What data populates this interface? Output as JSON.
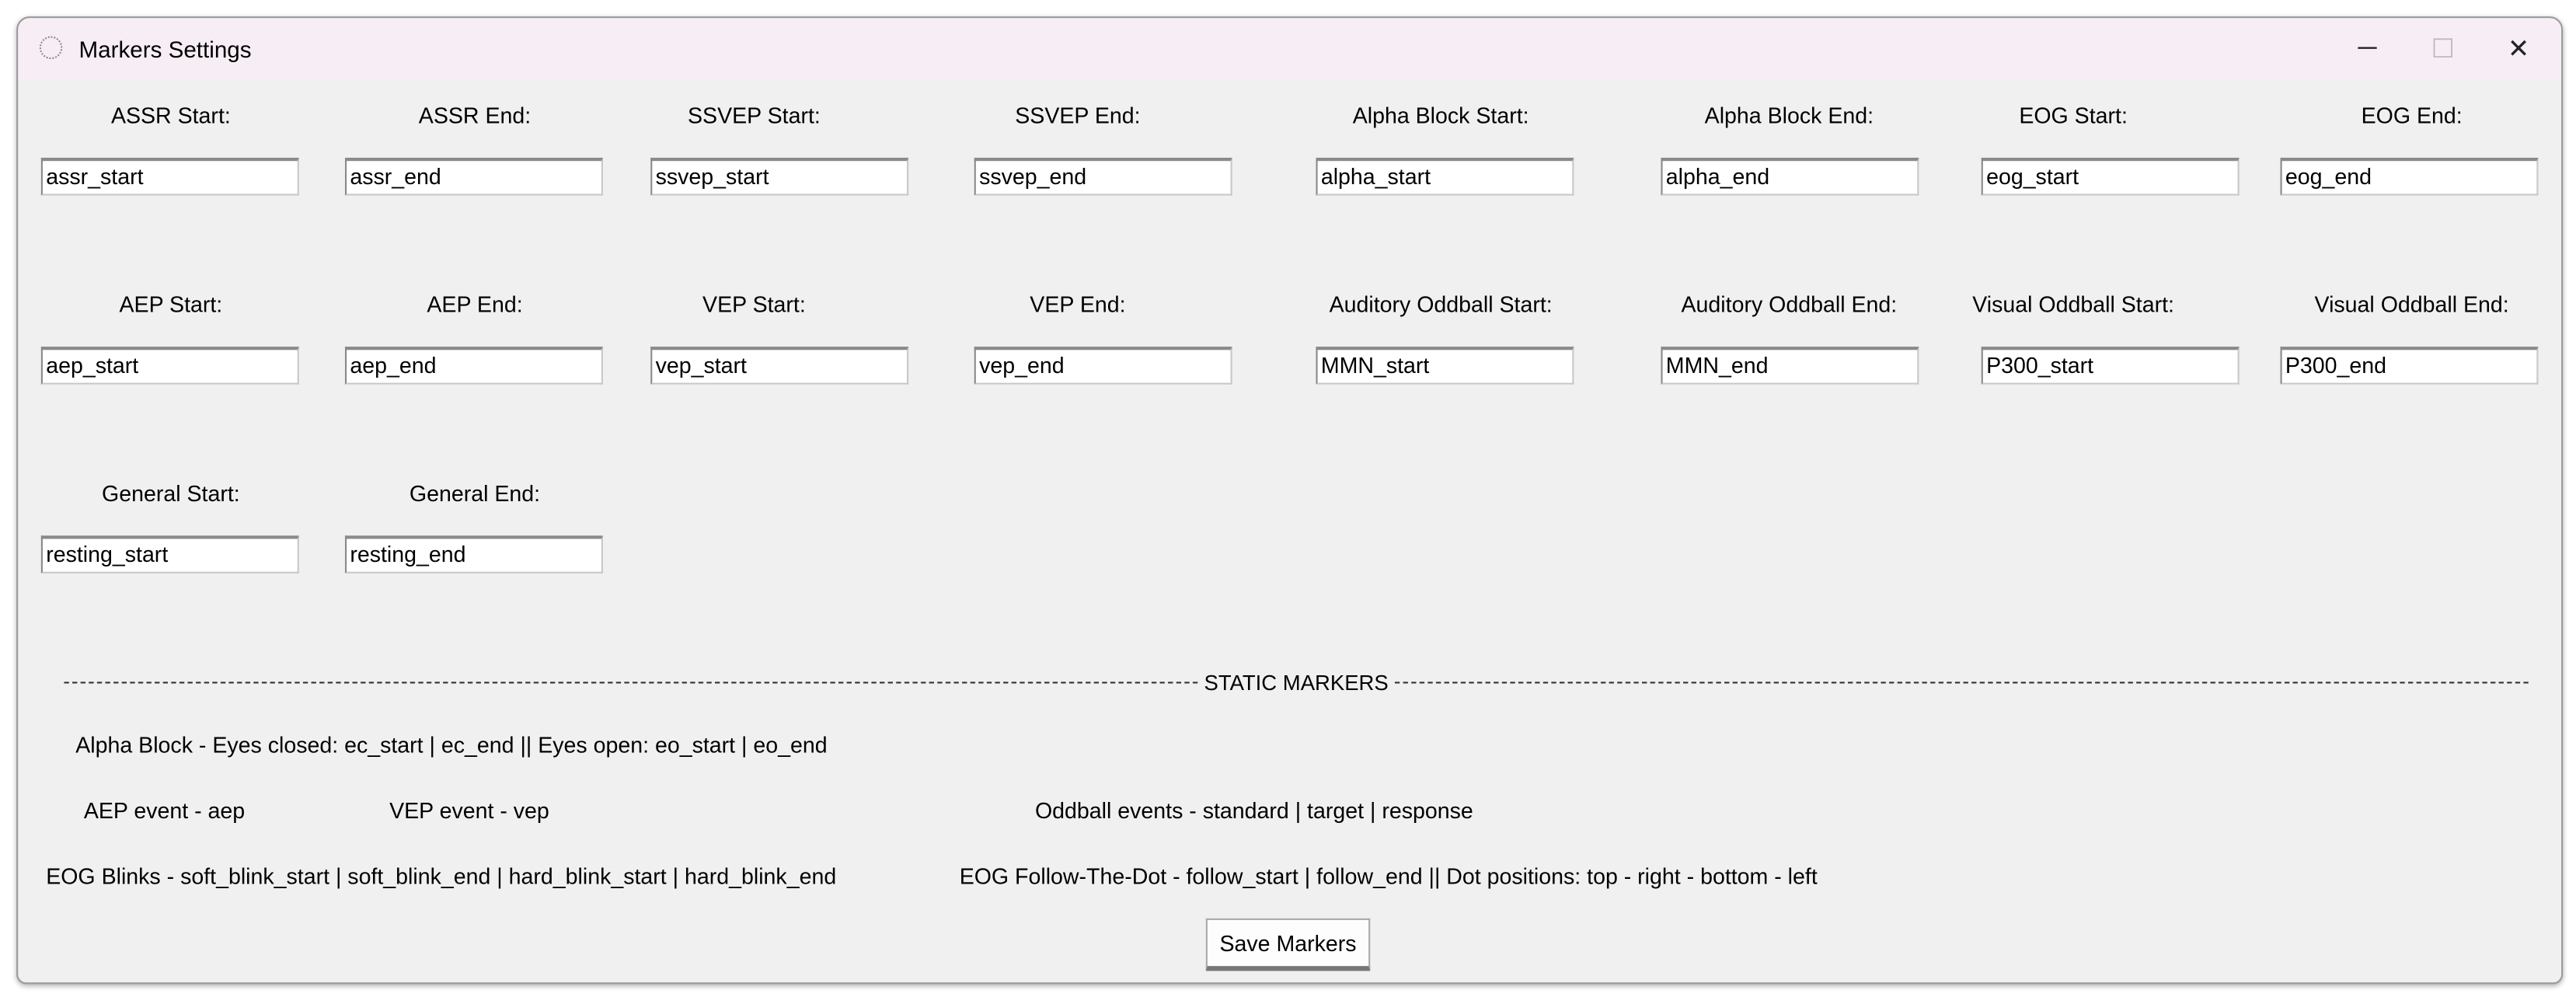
{
  "window": {
    "title": "Markers Settings",
    "icon": "feather-app-icon",
    "controls": {
      "minimize": "─",
      "maximize": "☐",
      "close": "✕"
    }
  },
  "fields": [
    {
      "label": "ASSR Start:",
      "value": "assr_start"
    },
    {
      "label": "ASSR End:",
      "value": "assr_end"
    },
    {
      "label": "SSVEP Start:",
      "value": "ssvep_start"
    },
    {
      "label": "SSVEP End:",
      "value": "ssvep_end"
    },
    {
      "label": "Alpha Block Start:",
      "value": "alpha_start"
    },
    {
      "label": "Alpha Block End:",
      "value": "alpha_end"
    },
    {
      "label": "EOG Start:",
      "value": "eog_start"
    },
    {
      "label": "EOG End:",
      "value": "eog_end"
    },
    {
      "label": "AEP Start:",
      "value": "aep_start"
    },
    {
      "label": "AEP End:",
      "value": "aep_end"
    },
    {
      "label": "VEP Start:",
      "value": "vep_start"
    },
    {
      "label": "VEP End:",
      "value": "vep_end"
    },
    {
      "label": "Auditory Oddball Start:",
      "value": "MMN_start"
    },
    {
      "label": "Auditory Oddball End:",
      "value": "MMN_end"
    },
    {
      "label": "Visual Oddball Start:",
      "value": "P300_start"
    },
    {
      "label": "Visual Oddball End:",
      "value": "P300_end"
    },
    {
      "label": "General Start:",
      "value": "resting_start"
    },
    {
      "label": "General End:",
      "value": "resting_end"
    }
  ],
  "static": {
    "heading": "STATIC MARKERS",
    "alpha": "Alpha Block - Eyes closed: ec_start | ec_end || Eyes open: eo_start | eo_end",
    "aep": "AEP event - aep",
    "vep": "VEP event - vep",
    "oddball": "Oddball events - standard | target | response",
    "blinks": "EOG Blinks - soft_blink_start | soft_blink_end | hard_blink_start | hard_blink_end",
    "follow": "EOG Follow-The-Dot - follow_start | follow_end || Dot positions: top - right - bottom - left"
  },
  "save_label": "Save Markers"
}
